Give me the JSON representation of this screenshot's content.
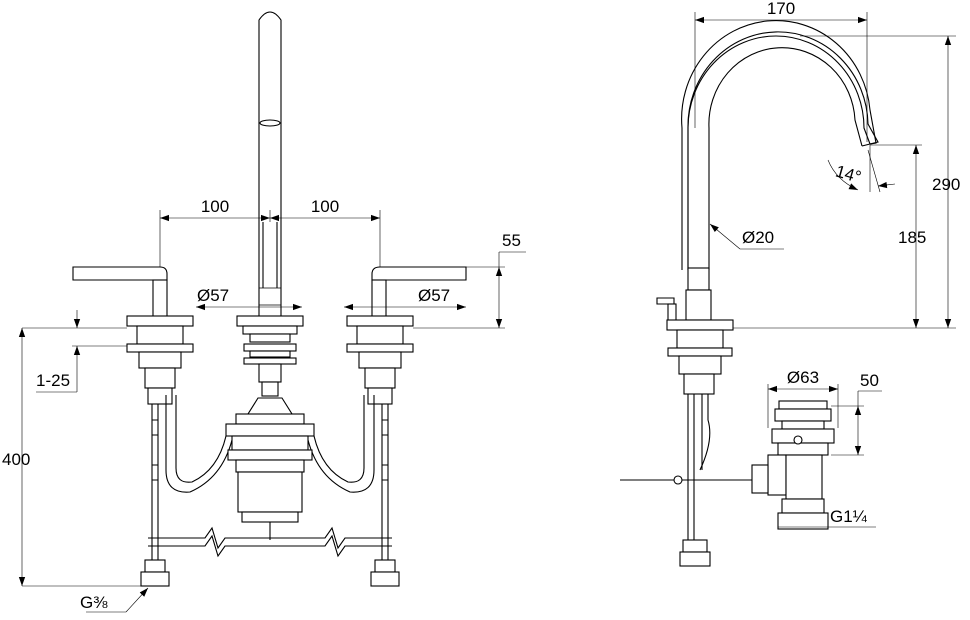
{
  "dimensions": {
    "front": {
      "spacing_left": "100",
      "spacing_right": "100",
      "diameter_left": "Ø57",
      "diameter_right": "Ø57",
      "handle_height": "55",
      "deck_thickness": "1-25",
      "overall_depth": "400",
      "connection": "G⅜"
    },
    "side": {
      "reach": "170",
      "overall_height": "290",
      "outlet_height": "185",
      "spout_angle": "14°",
      "spout_diameter": "Ø20",
      "waste_diameter": "Ø63",
      "waste_height": "50",
      "waste_thread": "G1¼"
    }
  }
}
